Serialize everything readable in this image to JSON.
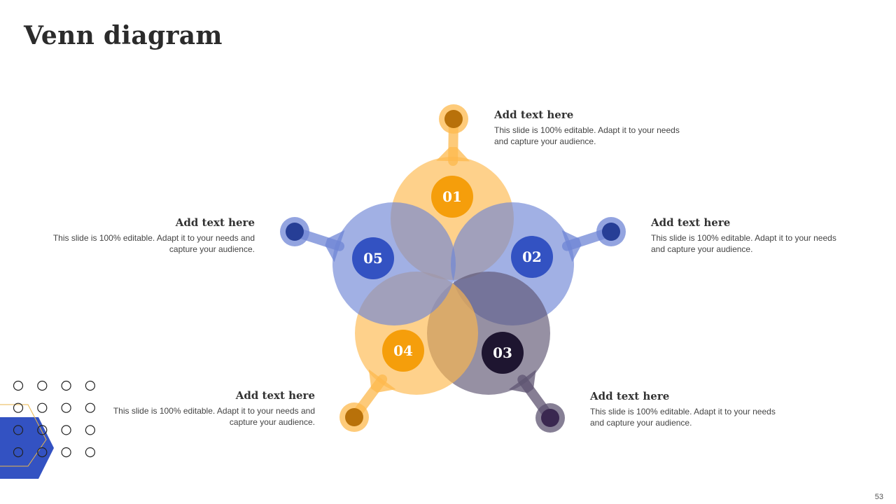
{
  "page": {
    "title": "Venn diagram",
    "slide_number": "53"
  },
  "diagram": {
    "petals": [
      {
        "number": "01",
        "heading": "Add text here",
        "body": "This slide is 100% editable. Adapt it to your needs and capture your audience.",
        "color": "#FDB94D"
      },
      {
        "number": "02",
        "heading": "Add text here",
        "body": "This slide is 100% editable. Adapt it to your needs and capture your audience.",
        "color": "#6F86D6"
      },
      {
        "number": "03",
        "heading": "Add text here",
        "body": "This slide is 100% editable. Adapt it to your needs and capture your audience.",
        "color": "#5E5471"
      },
      {
        "number": "04",
        "heading": "Add text here",
        "body": "This slide is 100% editable. Adapt it to your needs and capture your audience.",
        "color": "#FDB94D"
      },
      {
        "number": "05",
        "heading": "Add text here",
        "body": "This slide is 100% editable. Adapt it to your needs and capture your audience.",
        "color": "#6F86D6"
      }
    ]
  },
  "colors": {
    "orange": "#FDB94D",
    "orange_dark": "#F59E0B",
    "orange_drop": "#B8710A",
    "blue": "#6F86D6",
    "blue_dark": "#3352C2",
    "blue_drop": "#263E96",
    "purple": "#5E5471",
    "purple_dark": "#1E1530",
    "purple_drop": "#3A2850",
    "accent_hexagon": "#3352C2"
  }
}
